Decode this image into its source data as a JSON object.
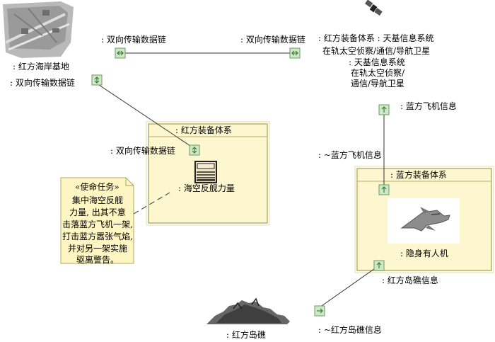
{
  "texts": {
    "top_left_link": ": 双向传输数据链",
    "top_right_link": ": 双向传输数据链",
    "coast_base": ": 红方海岸基地",
    "left_link": ": 双向传输数据链",
    "satellite_line1": ": 红方装备体系 : 天基信息系统",
    "satellite_line2": "在轨太空侦察/通信/导航卫星",
    "space_system_line1": ": 天基信息系统",
    "space_system_line2": "在轨太空侦察/",
    "space_system_line3": "通信/导航卫星",
    "blue_plane_info": ": 蓝方飞机信息",
    "red_system_title": ": 红方装备体系",
    "red_inner_link": ": 双向传输数据链",
    "naval_force": ": 海空反舰力量",
    "mission_stereotype": "«使命任务»",
    "mission_line1": "集中海空反舰",
    "mission_line2": "力量, 出其不意",
    "mission_line3": "击落蓝方飞机一架,",
    "mission_line4": "打击蓝方嚣张气焰,",
    "mission_line5": "并对另一架实施",
    "mission_line6": "驱离警告。",
    "blue_plane_info_conj": ": ~蓝方飞机信息",
    "blue_system_title": ": 蓝方装备体系",
    "stealth_aircraft": ": 隐身有人机",
    "island_info": ": 红方岛礁信息",
    "island": ": 红方岛礁",
    "island_info_conj": ": ~红方岛礁信息"
  },
  "colors": {
    "block_fill": "#fdf7cf",
    "block_border": "#b8b06a",
    "port_fill": "#cfe8c8",
    "note_fill": "#fdf5c2"
  },
  "icons": [
    "coastal-base-image",
    "satellite-icon",
    "naval-force-icon",
    "stealth-aircraft-image",
    "island-image"
  ]
}
